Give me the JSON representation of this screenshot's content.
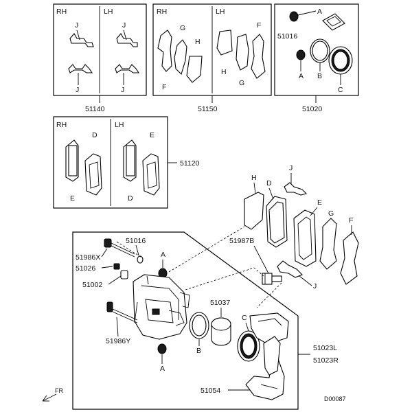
{
  "boxes": {
    "clips": {
      "rh": "RH",
      "lh": "LH",
      "part_no": "51140",
      "clip_j": "J"
    },
    "shims": {
      "rh": "RH",
      "lh": "LH",
      "part_no": "51150",
      "f": "F",
      "g": "G",
      "h": "H"
    },
    "seal_kit": {
      "part_no": "51020",
      "bolt": "51016",
      "a": "A",
      "b": "B",
      "c": "C"
    },
    "pads": {
      "rh": "RH",
      "lh": "LH",
      "part_no": "51120",
      "d": "D",
      "e": "E"
    }
  },
  "exploded": {
    "h": "H",
    "d": "D",
    "j_top": "J",
    "e": "E",
    "g": "G",
    "f": "F",
    "bolt": "51987B",
    "j_bottom": "J"
  },
  "caliper": {
    "bolt_top": "51016",
    "pin_upper": "51986X",
    "bleeder": "51026",
    "bleeder_cap": "51002",
    "boot_a_top": "A",
    "piston": "51037",
    "seal_c": "C",
    "seal_b": "B",
    "pin_lower": "51986Y",
    "boot_a_bottom": "A",
    "support_l": "51023L",
    "support_r": "51023R",
    "guard": "51054"
  },
  "footer": {
    "front": "FR",
    "diagram_id": "D00087"
  }
}
